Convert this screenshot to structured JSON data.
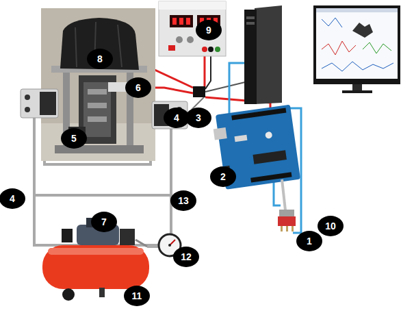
{
  "diagram": {
    "nodes": [
      {
        "text": [
          "1"
        ]
      },
      {
        "text": [
          "2"
        ]
      },
      {
        "text": [
          "3"
        ]
      },
      {
        "text": [
          "4"
        ]
      },
      {
        "text": [
          "4"
        ]
      },
      {
        "text": [
          "5"
        ]
      },
      {
        "text": [
          "6"
        ]
      },
      {
        "text": [
          "7"
        ]
      },
      {
        "text": [
          "8"
        ]
      },
      {
        "text": [
          "9"
        ]
      },
      {
        "text": [
          "10"
        ]
      },
      {
        "text": [
          "11"
        ]
      },
      {
        "text": [
          "12"
        ]
      },
      {
        "text": [
          "13"
        ]
      }
    ]
  }
}
